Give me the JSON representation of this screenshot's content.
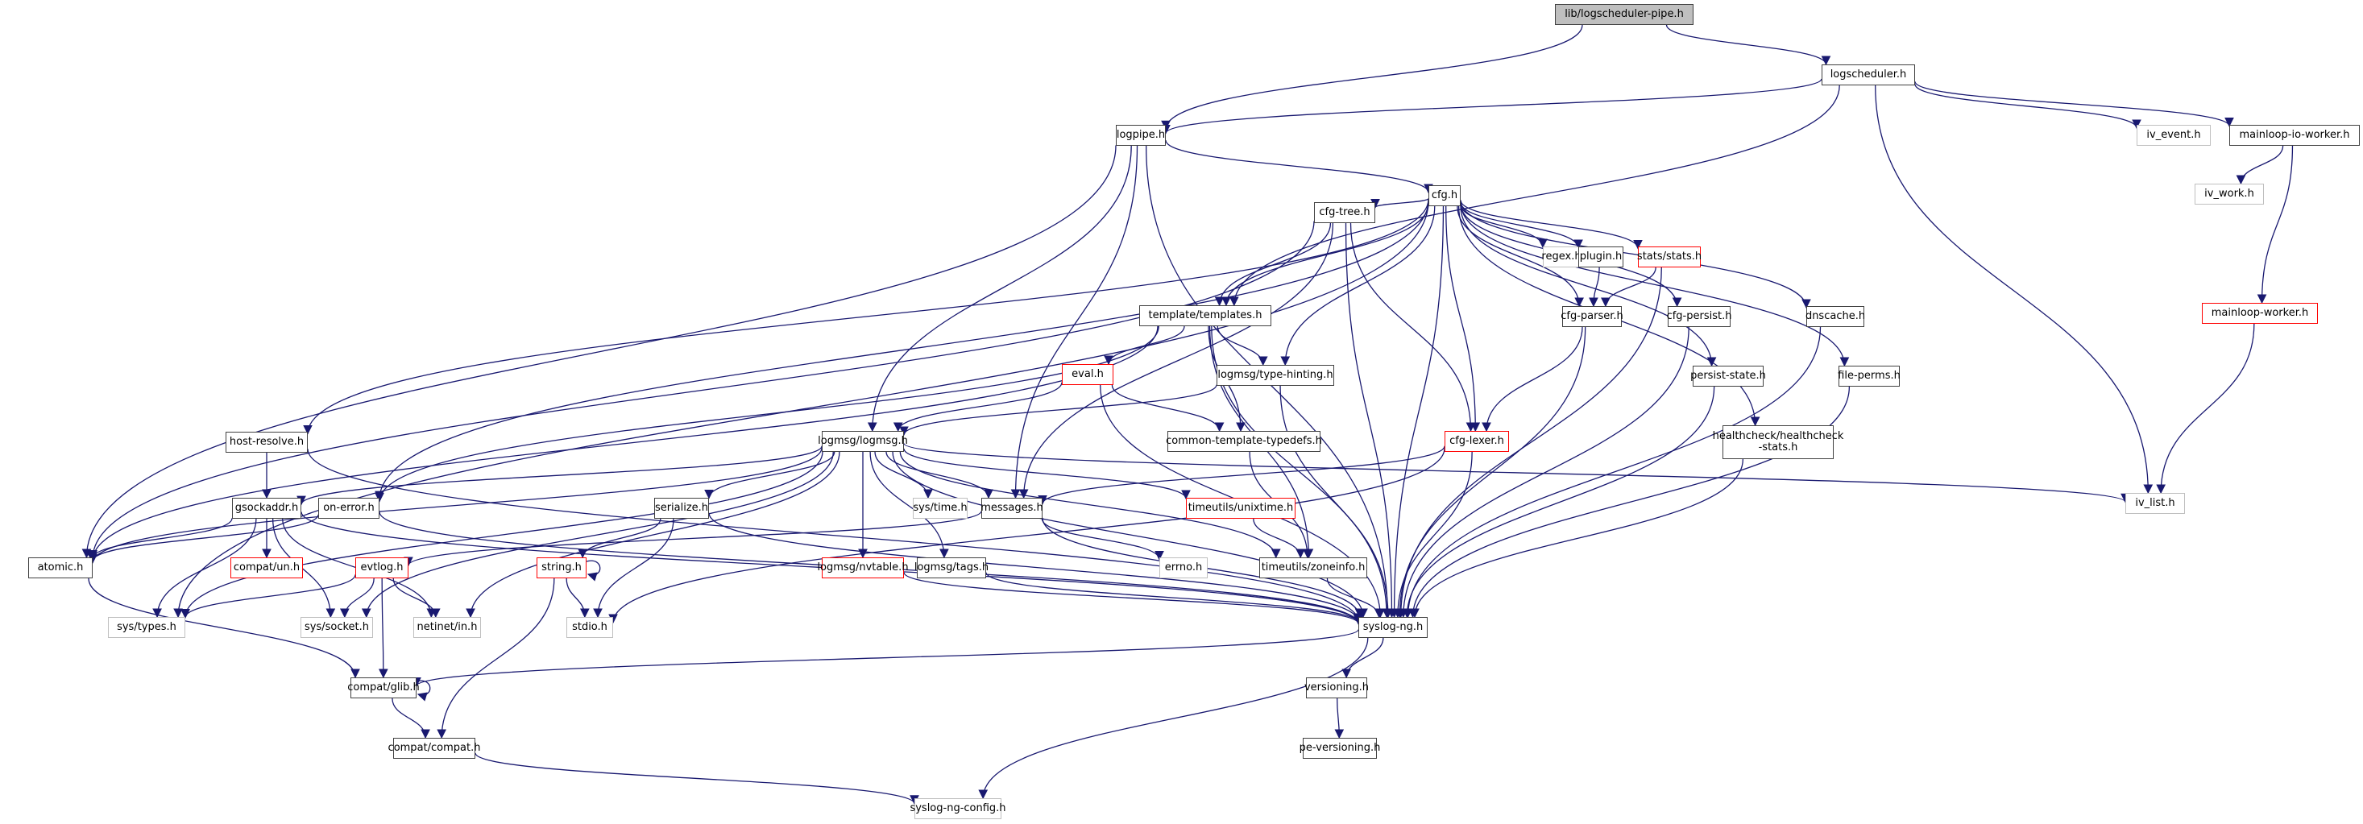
{
  "graph": {
    "title": "lib/logscheduler-pipe.h",
    "colors": {
      "edge": "#191970",
      "documented_border": "#404040",
      "external_border": "#bfbfbf",
      "truncated_border": "#ff0000",
      "root_fill": "#bfbfbf"
    },
    "nodes": [
      {
        "id": "root",
        "label": "lib/logscheduler-pipe.h",
        "kind": "root"
      },
      {
        "id": "logscheduler",
        "label": "logscheduler.h",
        "kind": "doc"
      },
      {
        "id": "logpipe",
        "label": "logpipe.h",
        "kind": "doc"
      },
      {
        "id": "iv_event",
        "label": "iv_event.h",
        "kind": "ext"
      },
      {
        "id": "mainloop_io_worker",
        "label": "mainloop-io-worker.h",
        "kind": "doc"
      },
      {
        "id": "iv_work",
        "label": "iv_work.h",
        "kind": "ext"
      },
      {
        "id": "cfg",
        "label": "cfg.h",
        "kind": "doc"
      },
      {
        "id": "cfg_tree",
        "label": "cfg-tree.h",
        "kind": "doc"
      },
      {
        "id": "regex",
        "label": "regex.h",
        "kind": "ext"
      },
      {
        "id": "plugin",
        "label": "plugin.h",
        "kind": "doc"
      },
      {
        "id": "stats",
        "label": "stats/stats.h",
        "kind": "red"
      },
      {
        "id": "cfg_persist",
        "label": "cfg-persist.h",
        "kind": "doc"
      },
      {
        "id": "dnscache",
        "label": "dnscache.h",
        "kind": "doc"
      },
      {
        "id": "file_perms",
        "label": "file-perms.h",
        "kind": "doc"
      },
      {
        "id": "mainloop_worker",
        "label": "mainloop-worker.h",
        "kind": "red"
      },
      {
        "id": "templates",
        "label": "template/templates.h",
        "kind": "doc"
      },
      {
        "id": "cfg_parser",
        "label": "cfg-parser.h",
        "kind": "doc"
      },
      {
        "id": "persist_state",
        "label": "persist-state.h",
        "kind": "doc"
      },
      {
        "id": "eval",
        "label": "eval.h",
        "kind": "red"
      },
      {
        "id": "type_hinting",
        "label": "logmsg/type-hinting.h",
        "kind": "doc"
      },
      {
        "id": "healthcheck",
        "label": "healthcheck/healthcheck\n-stats.h",
        "kind": "doc"
      },
      {
        "id": "host_resolve",
        "label": "host-resolve.h",
        "kind": "doc"
      },
      {
        "id": "logmsg",
        "label": "logmsg/logmsg.h",
        "kind": "doc"
      },
      {
        "id": "common_typedefs",
        "label": "common-template-typedefs.h",
        "kind": "doc"
      },
      {
        "id": "cfg_lexer",
        "label": "cfg-lexer.h",
        "kind": "red"
      },
      {
        "id": "iv_list",
        "label": "iv_list.h",
        "kind": "ext"
      },
      {
        "id": "gsockaddr",
        "label": "gsockaddr.h",
        "kind": "doc"
      },
      {
        "id": "on_error",
        "label": "on-error.h",
        "kind": "doc"
      },
      {
        "id": "serialize",
        "label": "serialize.h",
        "kind": "doc"
      },
      {
        "id": "sys_time",
        "label": "sys/time.h",
        "kind": "ext"
      },
      {
        "id": "messages",
        "label": "messages.h",
        "kind": "doc"
      },
      {
        "id": "unixtime",
        "label": "timeutils/unixtime.h",
        "kind": "red"
      },
      {
        "id": "atomic",
        "label": "atomic.h",
        "kind": "doc"
      },
      {
        "id": "compat_un",
        "label": "compat/un.h",
        "kind": "red"
      },
      {
        "id": "evtlog",
        "label": "evtlog.h",
        "kind": "red"
      },
      {
        "id": "string",
        "label": "string.h",
        "kind": "red"
      },
      {
        "id": "nvtable",
        "label": "logmsg/nvtable.h",
        "kind": "red"
      },
      {
        "id": "tags",
        "label": "logmsg/tags.h",
        "kind": "doc"
      },
      {
        "id": "errno",
        "label": "errno.h",
        "kind": "ext"
      },
      {
        "id": "zoneinfo",
        "label": "timeutils/zoneinfo.h",
        "kind": "doc"
      },
      {
        "id": "sys_types",
        "label": "sys/types.h",
        "kind": "ext"
      },
      {
        "id": "sys_socket",
        "label": "sys/socket.h",
        "kind": "ext"
      },
      {
        "id": "netinet_in",
        "label": "netinet/in.h",
        "kind": "ext"
      },
      {
        "id": "stdio",
        "label": "stdio.h",
        "kind": "ext"
      },
      {
        "id": "syslog_ng",
        "label": "syslog-ng.h",
        "kind": "doc"
      },
      {
        "id": "glib",
        "label": "compat/glib.h",
        "kind": "doc"
      },
      {
        "id": "versioning",
        "label": "versioning.h",
        "kind": "doc"
      },
      {
        "id": "pe_versioning",
        "label": "pe-versioning.h",
        "kind": "doc"
      },
      {
        "id": "compat",
        "label": "compat/compat.h",
        "kind": "doc"
      },
      {
        "id": "syslog_ng_config",
        "label": "syslog-ng-config.h",
        "kind": "ext"
      }
    ],
    "edges": [
      [
        "root",
        "logpipe"
      ],
      [
        "root",
        "logscheduler"
      ],
      [
        "logscheduler",
        "logpipe"
      ],
      [
        "logscheduler",
        "templates"
      ],
      [
        "logscheduler",
        "iv_event"
      ],
      [
        "logscheduler",
        "mainloop_io_worker"
      ],
      [
        "logscheduler",
        "iv_list"
      ],
      [
        "mainloop_io_worker",
        "iv_work"
      ],
      [
        "mainloop_io_worker",
        "mainloop_worker"
      ],
      [
        "mainloop_worker",
        "iv_list"
      ],
      [
        "logpipe",
        "cfg"
      ],
      [
        "logpipe",
        "atomic"
      ],
      [
        "logpipe",
        "logmsg"
      ],
      [
        "logpipe",
        "messages"
      ],
      [
        "logpipe",
        "syslog_ng"
      ],
      [
        "cfg",
        "cfg_tree"
      ],
      [
        "cfg",
        "regex"
      ],
      [
        "cfg",
        "plugin"
      ],
      [
        "cfg",
        "stats"
      ],
      [
        "cfg",
        "cfg_persist"
      ],
      [
        "cfg",
        "persist_state"
      ],
      [
        "cfg",
        "healthcheck"
      ],
      [
        "cfg",
        "dnscache"
      ],
      [
        "cfg",
        "file_perms"
      ],
      [
        "cfg",
        "templates"
      ],
      [
        "cfg",
        "type_hinting"
      ],
      [
        "cfg",
        "cfg_parser"
      ],
      [
        "cfg",
        "cfg_lexer"
      ],
      [
        "cfg",
        "host_resolve"
      ],
      [
        "cfg",
        "sys_types"
      ],
      [
        "cfg",
        "syslog_ng"
      ],
      [
        "cfg",
        "on_error"
      ],
      [
        "cfg_tree",
        "templates"
      ],
      [
        "cfg_tree",
        "atomic"
      ],
      [
        "cfg_tree",
        "cfg_lexer"
      ],
      [
        "cfg_tree",
        "messages"
      ],
      [
        "cfg_tree",
        "syslog_ng"
      ],
      [
        "plugin",
        "cfg_parser"
      ],
      [
        "stats",
        "cfg_parser"
      ],
      [
        "stats",
        "syslog_ng"
      ],
      [
        "cfg_parser",
        "cfg_lexer"
      ],
      [
        "cfg_parser",
        "syslog_ng"
      ],
      [
        "cfg_persist",
        "syslog_ng"
      ],
      [
        "persist_state",
        "syslog_ng"
      ],
      [
        "healthcheck",
        "syslog_ng"
      ],
      [
        "dnscache",
        "syslog_ng"
      ],
      [
        "file_perms",
        "syslog_ng"
      ],
      [
        "templates",
        "eval"
      ],
      [
        "templates",
        "type_hinting"
      ],
      [
        "templates",
        "common_typedefs"
      ],
      [
        "templates",
        "atomic"
      ],
      [
        "templates",
        "syslog_ng"
      ],
      [
        "templates",
        "zoneinfo"
      ],
      [
        "templates",
        "on_error"
      ],
      [
        "eval",
        "logmsg"
      ],
      [
        "eval",
        "common_typedefs"
      ],
      [
        "eval",
        "syslog_ng"
      ],
      [
        "type_hinting",
        "logmsg"
      ],
      [
        "type_hinting",
        "syslog_ng"
      ],
      [
        "common_typedefs",
        "zoneinfo"
      ],
      [
        "host_resolve",
        "gsockaddr"
      ],
      [
        "host_resolve",
        "syslog_ng"
      ],
      [
        "logmsg",
        "gsockaddr"
      ],
      [
        "logmsg",
        "serialize"
      ],
      [
        "logmsg",
        "sys_time"
      ],
      [
        "logmsg",
        "messages"
      ],
      [
        "logmsg",
        "unixtime"
      ],
      [
        "logmsg",
        "nvtable"
      ],
      [
        "logmsg",
        "tags"
      ],
      [
        "logmsg",
        "atomic"
      ],
      [
        "logmsg",
        "iv_list"
      ],
      [
        "logmsg",
        "sys_types"
      ],
      [
        "logmsg",
        "sys_socket"
      ],
      [
        "logmsg",
        "netinet_in"
      ],
      [
        "logmsg",
        "syslog_ng"
      ],
      [
        "logmsg",
        "zoneinfo"
      ],
      [
        "cfg_lexer",
        "messages"
      ],
      [
        "cfg_lexer",
        "syslog_ng"
      ],
      [
        "cfg_lexer",
        "stdio"
      ],
      [
        "gsockaddr",
        "compat_un"
      ],
      [
        "gsockaddr",
        "atomic"
      ],
      [
        "gsockaddr",
        "sys_types"
      ],
      [
        "gsockaddr",
        "sys_socket"
      ],
      [
        "gsockaddr",
        "netinet_in"
      ],
      [
        "gsockaddr",
        "syslog_ng"
      ],
      [
        "on_error",
        "atomic"
      ],
      [
        "on_error",
        "syslog_ng"
      ],
      [
        "serialize",
        "string"
      ],
      [
        "serialize",
        "stdio"
      ],
      [
        "serialize",
        "syslog_ng"
      ],
      [
        "messages",
        "evtlog"
      ],
      [
        "messages",
        "errno"
      ],
      [
        "messages",
        "syslog_ng"
      ],
      [
        "unixtime",
        "zoneinfo"
      ],
      [
        "atomic",
        "glib"
      ],
      [
        "evtlog",
        "sys_types"
      ],
      [
        "evtlog",
        "sys_socket"
      ],
      [
        "evtlog",
        "netinet_in"
      ],
      [
        "evtlog",
        "glib"
      ],
      [
        "string",
        "string"
      ],
      [
        "string",
        "stdio"
      ],
      [
        "string",
        "compat"
      ],
      [
        "nvtable",
        "syslog_ng"
      ],
      [
        "tags",
        "syslog_ng"
      ],
      [
        "zoneinfo",
        "syslog_ng"
      ],
      [
        "syslog_ng",
        "glib"
      ],
      [
        "syslog_ng",
        "versioning"
      ],
      [
        "syslog_ng",
        "syslog_ng_config"
      ],
      [
        "glib",
        "glib"
      ],
      [
        "glib",
        "compat"
      ],
      [
        "versioning",
        "pe_versioning"
      ],
      [
        "compat",
        "syslog_ng_config"
      ]
    ]
  }
}
